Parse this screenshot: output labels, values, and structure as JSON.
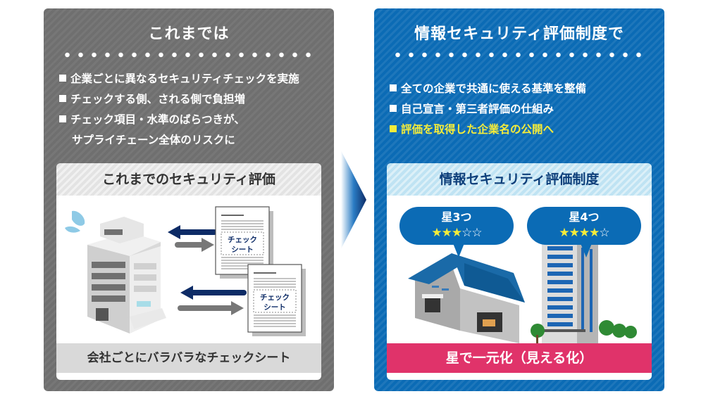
{
  "left_panel": {
    "title": "これまでは",
    "bullets": [
      "企業ごとに異なるセキュリティチェックを実施",
      "チェックする側、される側で負担増",
      "チェック項目・水準のばらつきが、",
      "サプライチェーン全体のリスクに"
    ],
    "box_title": "これまでのセキュリティ評価",
    "sheet_label_1": "チェック",
    "sheet_label_2": "シート",
    "caption": "会社ごとにバラバラなチェックシート",
    "color": "#6f6f6f"
  },
  "right_panel": {
    "title": "情報セキュリティ評価制度で",
    "bullets": [
      "全ての企業で共通に使える基準を整備",
      "自己宣言・第三者評価の仕組み",
      "評価を取得した企業名の公開へ"
    ],
    "box_title": "情報セキュリティ評価制度",
    "ratings": [
      {
        "label": "星3つ",
        "filled": 3,
        "total": 5,
        "filled_glyphs": "★★★",
        "empty_glyphs": "☆☆"
      },
      {
        "label": "星4つ",
        "filled": 4,
        "total": 5,
        "filled_glyphs": "★★★★",
        "empty_glyphs": "☆"
      }
    ],
    "caption": "星で一元化（見える化）",
    "color": "#0b6bb5",
    "highlight_color": "#f5ec3a",
    "caption_color": "#e0336a"
  }
}
